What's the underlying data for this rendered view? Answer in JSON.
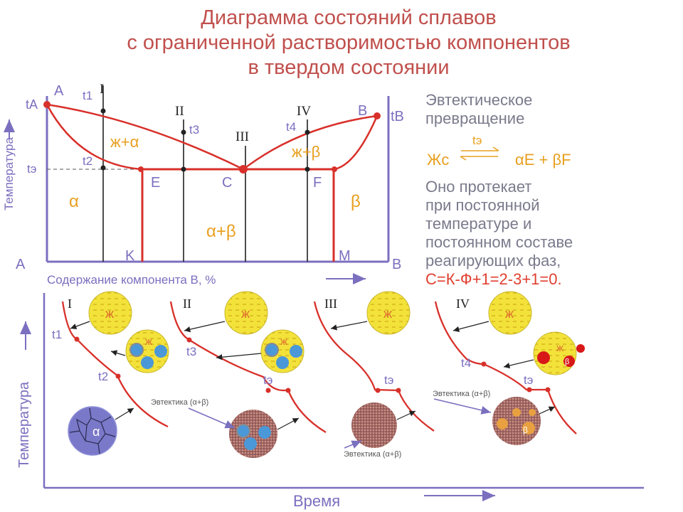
{
  "title": {
    "line1": "Диаграмма состояний сплавов",
    "line2": "с ограниченной растворимостью компонентов",
    "line3": "в твердом состоянии"
  },
  "phase_diagram": {
    "corner_A_top": "A",
    "corner_B_top": "B",
    "corner_A_bottom": "A",
    "corner_B_bottom": "B",
    "y_axis_label": "Температура",
    "x_axis_label": "Содержание компонента В, %",
    "t_A": "tA",
    "t_B": "tB",
    "t_e": "tэ",
    "t1": "t1",
    "t2": "t2",
    "t3": "t3",
    "t4": "t4",
    "alloys": [
      "I",
      "II",
      "III",
      "IV"
    ],
    "points": {
      "E": "E",
      "C": "C",
      "F": "F",
      "K": "K",
      "M": "M"
    },
    "regions": {
      "liquid_alpha": "ж+α",
      "liquid_beta": "ж+β",
      "alpha": "α",
      "beta": "β",
      "alpha_beta": "α+β"
    }
  },
  "right_panel": {
    "heading_line1": "Эвтектическое",
    "heading_line2": "превращение",
    "reaction_over_arrow": "tэ",
    "reaction_left": "Жс",
    "reaction_right": "αE + βF",
    "text_lines": [
      "Оно протекает",
      "при постоянной",
      "температуре и",
      "постоянном составе",
      "реагирующих фаз,"
    ],
    "phase_rule": "С=К-Ф+1=2-3+1=0."
  },
  "cooling_curves": {
    "y_axis_label": "Температура",
    "x_axis_label": "Время",
    "curves": [
      {
        "label": "I",
        "t_first": "t1",
        "t_second": "t2"
      },
      {
        "label": "II",
        "t_first": "t3",
        "t_second": "tэ"
      },
      {
        "label": "III",
        "t_first": "",
        "t_second": "tэ"
      },
      {
        "label": "IV",
        "t_first": "t4",
        "t_second": "tэ"
      }
    ],
    "liquid_symbol": "ж",
    "alpha_symbol": "α",
    "beta_symbol": "β",
    "eutectic_label": "Эвтектика (α+β)"
  },
  "colors": {
    "title": "#c0504d",
    "axis": "#7b6fbf",
    "curve": "#d8302a",
    "label_orange": "#e8a020",
    "liquid_fill": "#f3e23a",
    "eutectic_fill": "#b07a6e",
    "alpha_grain": "#7a78c8"
  }
}
